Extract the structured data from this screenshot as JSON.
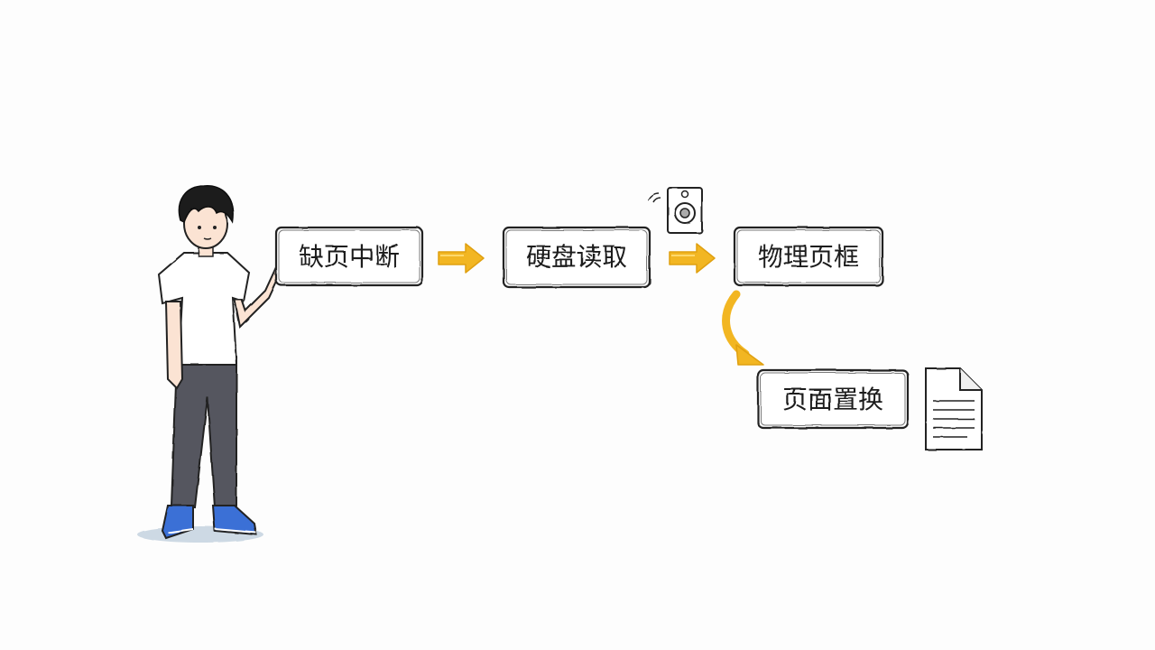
{
  "diagram": {
    "nodes": [
      {
        "id": "page-fault",
        "label": "缺页中断"
      },
      {
        "id": "disk-read",
        "label": "硬盘读取"
      },
      {
        "id": "physical-frame",
        "label": "物理页框"
      },
      {
        "id": "page-replacement",
        "label": "页面置换"
      }
    ],
    "edges": [
      {
        "from": "page-fault",
        "to": "disk-read"
      },
      {
        "from": "disk-read",
        "to": "physical-frame"
      },
      {
        "from": "physical-frame",
        "to": "page-replacement"
      }
    ],
    "icons": [
      "presenter-figure",
      "speaker-icon",
      "document-icon"
    ]
  },
  "colors": {
    "arrow": "#f2b622",
    "arrow_dark": "#e0a010",
    "ink": "#222222",
    "shirt": "#ffffff",
    "pants": "#55565f",
    "shoes": "#3b6fd6",
    "skin": "#fbe3d3",
    "hair": "#1a1a1a"
  }
}
